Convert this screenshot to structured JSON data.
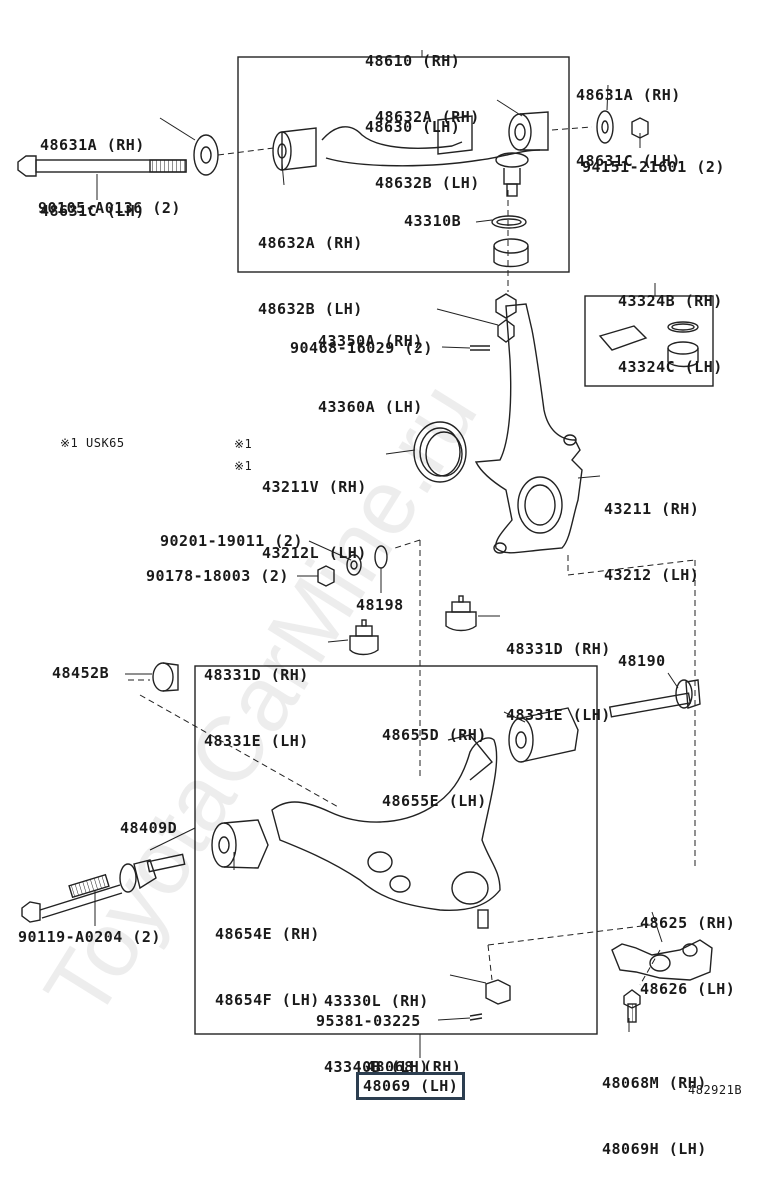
{
  "watermark": "ToyotaCarMine.ru",
  "figure_id": "482921B",
  "footnote": "※1 USK65",
  "labels": {
    "upper_arm": [
      "48610 (RH)",
      "48630 (LH)"
    ],
    "upper_arm_bush_top": [
      "48632A (RH)",
      "48632B (LH)"
    ],
    "upper_arm_bush_left": [
      "48632A (RH)",
      "48632B (LH)"
    ],
    "cam_plate_right": [
      "48631A (RH)",
      "48631C (LH)"
    ],
    "cam_plate_left": [
      "48631A (RH)",
      "48631C (LH)"
    ],
    "upper_nut": "94151-21601 (2)",
    "upper_bolt": "90105-A0136 (2)",
    "ball_joint_nut_upper": "43310B",
    "repair_kit": [
      "43324B (RH)",
      "43324C (LH)"
    ],
    "upper_ball_nut": [
      "43350A (RH)",
      "43360A (LH)"
    ],
    "cotter_pin_upper": "90468-16029 (2)",
    "oil_seal": [
      "43211V (RH)",
      "43212L (LH)"
    ],
    "oil_seal_marks": [
      "※1",
      "※1"
    ],
    "knuckle": [
      "43211 (RH)",
      "43212 (LH)"
    ],
    "bolt_2": "90201-19011 (2)",
    "nut_2": "90178-18003 (2)",
    "washer": "48198",
    "bumper_right": [
      "48331D (RH)",
      "48331E (LH)"
    ],
    "bumper_left": [
      "48331D (RH)",
      "48331E (LH)"
    ],
    "retainer": "48452B",
    "adjust_bolt": "48190",
    "lower_bush_upper": [
      "48655D (RH)",
      "48655E (LH)"
    ],
    "lower_bush_left": [
      "48654E (RH)",
      "48654F (LH)"
    ],
    "lower_bolt_part": "48409D",
    "lower_bolt": "90119-A0204 (2)",
    "lower_ball_nut": [
      "43330L (RH)",
      "43340B (LH)"
    ],
    "cotter_pin_lower": "95381-03225",
    "strut_bracket": [
      "48625 (RH)",
      "48626 (LH)"
    ],
    "stabilizer_link": [
      "48068M (RH)",
      "48069H (LH)"
    ],
    "lower_arm_rh": "48068 (RH)",
    "lower_arm_lh": "48069 (LH)"
  }
}
